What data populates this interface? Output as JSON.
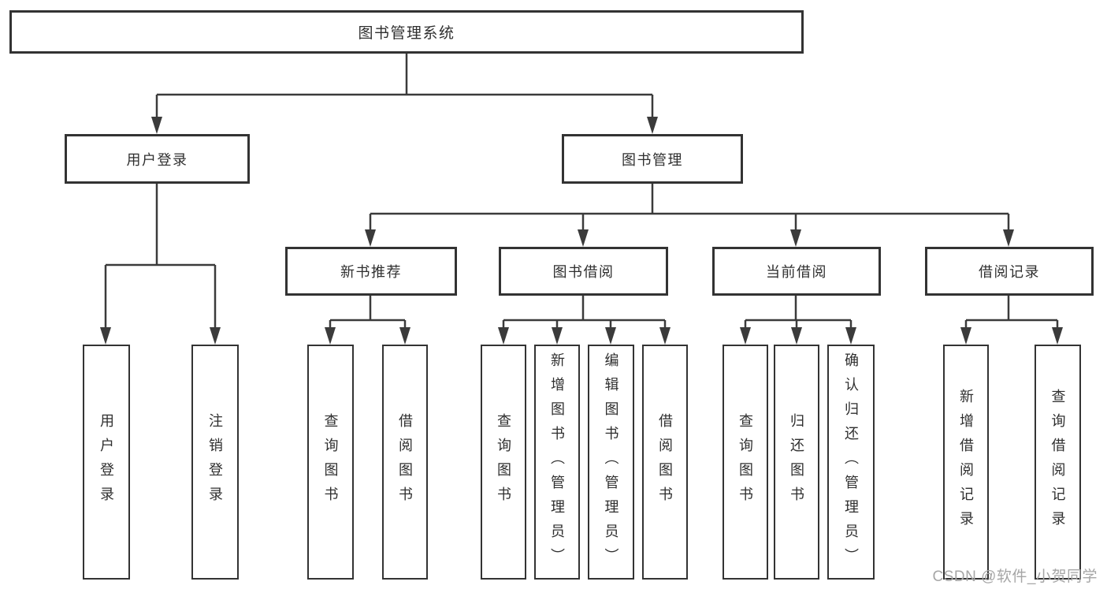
{
  "colors": {
    "background": "#ffffff",
    "line": "#3b3b3b",
    "box_border": "#333333",
    "box_fill": "#ffffff",
    "text": "#2f2f2f",
    "watermark": "#a6a6a6"
  },
  "watermark": {
    "text": "CSDN @软件_小贺同学"
  },
  "tree": {
    "root": {
      "label": "图书管理系统",
      "children": [
        {
          "label": "用户登录",
          "children": [
            {
              "label": "用户登录"
            },
            {
              "label": "注销登录"
            }
          ]
        },
        {
          "label": "图书管理",
          "children": [
            {
              "label": "新书推荐",
              "children": [
                {
                  "label": "查询图书"
                },
                {
                  "label": "借阅图书"
                }
              ]
            },
            {
              "label": "图书借阅",
              "children": [
                {
                  "label": "查询图书"
                },
                {
                  "label": "新增图书（管理员）"
                },
                {
                  "label": "编辑图书（管理员）"
                },
                {
                  "label": "借阅图书"
                }
              ]
            },
            {
              "label": "当前借阅",
              "children": [
                {
                  "label": "查询图书"
                },
                {
                  "label": "归还图书"
                },
                {
                  "label": "确认归还（管理员）"
                }
              ]
            },
            {
              "label": "借阅记录",
              "children": [
                {
                  "label": "新增借阅记录"
                },
                {
                  "label": "查询借阅记录"
                }
              ]
            }
          ]
        }
      ]
    }
  }
}
